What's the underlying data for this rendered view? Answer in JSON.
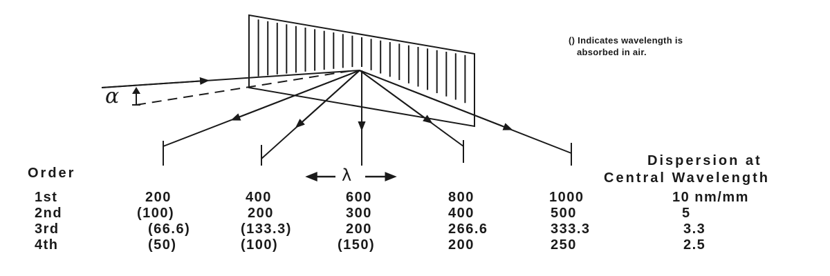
{
  "note": {
    "line1": "() Indicates wavelength is",
    "line2": "absorbed in air."
  },
  "diagram": {
    "alpha_symbol": "α",
    "lambda_symbol": "λ",
    "incident_ray": "incident-light",
    "diffracted_rays": 5,
    "grating_lines": 24
  },
  "table": {
    "order_header": "Order",
    "dispersion_header_line1": "Dispersion at",
    "dispersion_header_line2": "Central Wavelength",
    "rows": [
      {
        "order": "1st",
        "values": [
          "200",
          "400",
          "600",
          "800",
          "1000"
        ],
        "dispersion": "10 nm/mm"
      },
      {
        "order": "2nd",
        "values": [
          "(100)",
          "200",
          "300",
          "400",
          "500"
        ],
        "dispersion": "5"
      },
      {
        "order": "3rd",
        "values": [
          "(66.6)",
          "(133.3)",
          "200",
          "266.6",
          "333.3"
        ],
        "dispersion": "3.3"
      },
      {
        "order": "4th",
        "values": [
          "(50)",
          "(100)",
          "(150)",
          "200",
          "250"
        ],
        "dispersion": "2.5"
      }
    ]
  },
  "colors": {
    "ink": "#1a1a1a",
    "background": "#ffffff"
  }
}
